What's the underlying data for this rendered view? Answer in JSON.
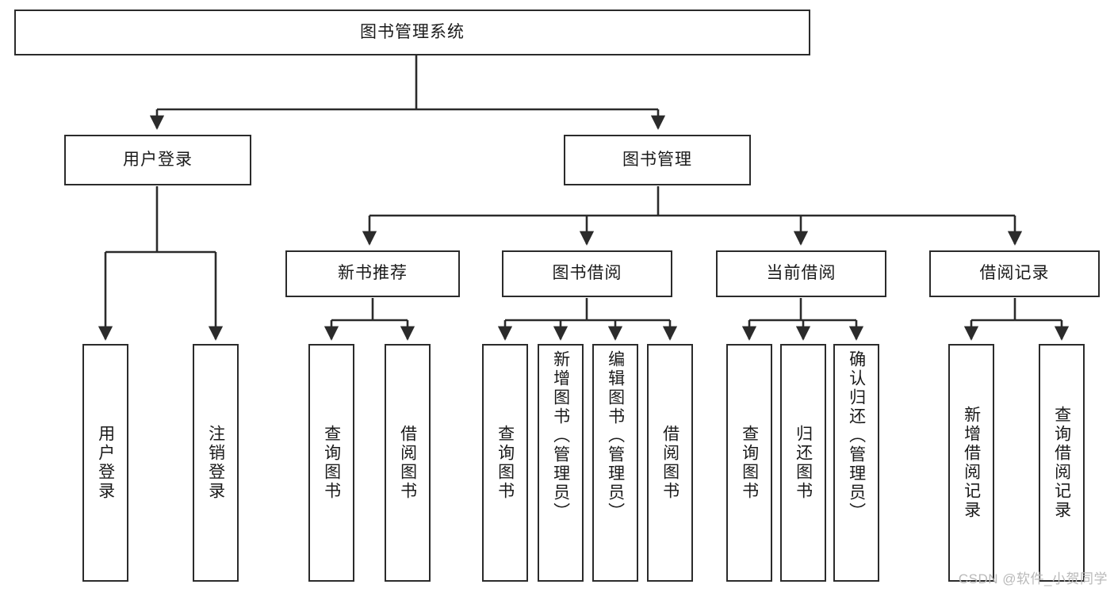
{
  "diagram": {
    "title": "图书管理系统",
    "type": "tree-hierarchy",
    "colors": {
      "box_border": "#2b2b2b",
      "box_fill": "#ffffff",
      "connector": "#2b2b2b",
      "text": "#1a1a1a",
      "watermark": "#b9b9b9"
    },
    "root": {
      "label": "图书管理系统"
    },
    "level2": [
      {
        "label": "用户登录"
      },
      {
        "label": "图书管理"
      }
    ],
    "level3": [
      {
        "label": "新书推荐"
      },
      {
        "label": "图书借阅"
      },
      {
        "label": "当前借阅"
      },
      {
        "label": "借阅记录"
      }
    ],
    "leaves": {
      "user_login": [
        {
          "label": "用户登录"
        },
        {
          "label": "注销登录"
        }
      ],
      "new_book_recommend": [
        {
          "label": "查询图书"
        },
        {
          "label": "借阅图书"
        }
      ],
      "book_borrow": [
        {
          "label": "查询图书"
        },
        {
          "label": "新增图书（管理员）"
        },
        {
          "label": "编辑图书（管理员）"
        },
        {
          "label": "借阅图书"
        }
      ],
      "current_borrow": [
        {
          "label": "查询图书"
        },
        {
          "label": "归还图书"
        },
        {
          "label": "确认归还（管理员）"
        }
      ],
      "borrow_record": [
        {
          "label": "新增借阅记录"
        },
        {
          "label": "查询借阅记录"
        }
      ]
    },
    "watermark": "CSDN @软件_小贺同学"
  }
}
